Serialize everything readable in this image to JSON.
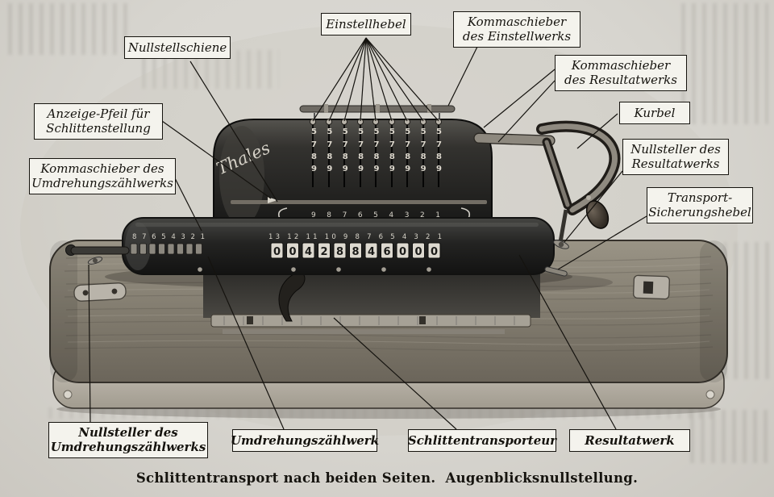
{
  "figure": {
    "caption": "Schlittentransport nach beiden Seiten.  Augenblicksnullstellung."
  },
  "labels": [
    {
      "text": "Einstellhebel"
    },
    {
      "text": "Kommaschieber des Einstellwerks"
    },
    {
      "text": "Nullstellschiene"
    },
    {
      "text": "Kommaschieber des Resultatwerks"
    },
    {
      "text": "Kurbel"
    },
    {
      "text": "Anzeige-Pfeil für Schlittenstellung"
    },
    {
      "text": "Nullsteller des Resultatwerks"
    },
    {
      "text": "Kommaschieber des Umdrehungszählwerks"
    },
    {
      "text": "Transport-Sicherungshebel"
    },
    {
      "text": "Nullsteller des Umdrehungszählwerks"
    },
    {
      "text": "Umdrehungszählwerk"
    },
    {
      "text": "Schlittentransporteur"
    },
    {
      "text": "Resultatwerk"
    }
  ],
  "machine": {
    "brand": "Thales",
    "setting_rows": [
      "5 5 5 5 5 5 5 5 5",
      "7 7 7 7 7 7 7 7 7",
      "8 8 8 8 8 8 8 8 8",
      "9 9 9 9 9 9 9 9 9"
    ],
    "setting_scale": "9 8 7 6 5 4 3 2 1",
    "counter_scale": "8 7 6 5 4 3 2 1",
    "carriage_scale": "13 12 11 10 9 8 7 6 5 4 3 2 1",
    "result_digits": [
      "0",
      "0",
      "4",
      "2",
      "8",
      "8",
      "4",
      "6",
      "0",
      "0",
      "0"
    ]
  }
}
